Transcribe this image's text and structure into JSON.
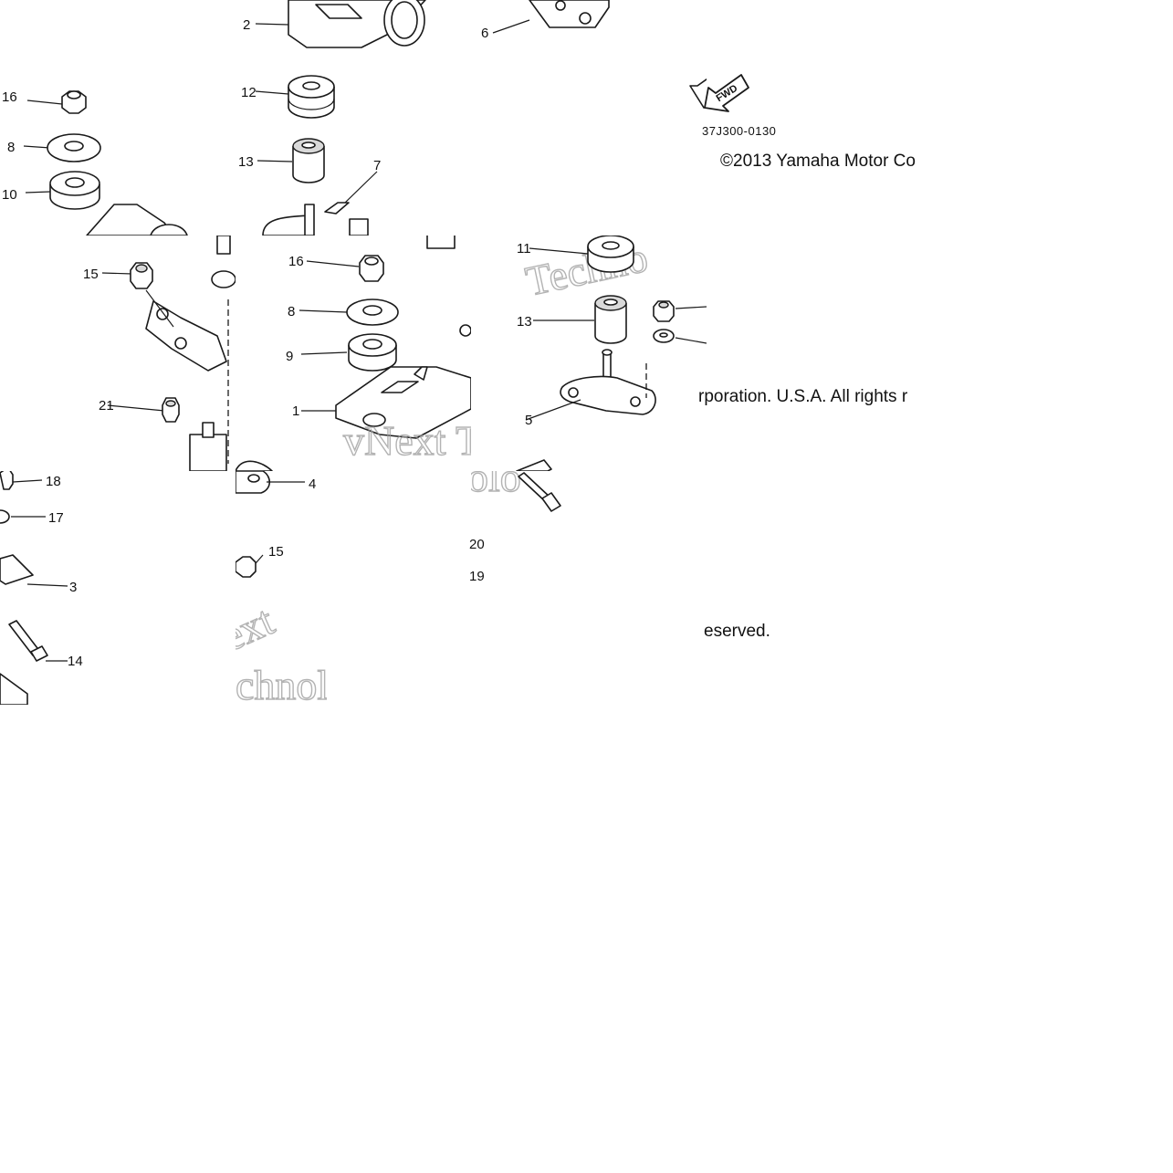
{
  "diagram": {
    "part_code": "37J300-0130",
    "fwd_arrow": "FWD",
    "copyright_line1": "©2013 Yamaha Motor Co",
    "copyright_line2": "rporation. U.S.A. All rights r",
    "copyright_line3": "eserved.",
    "watermark_words": [
      "Techno",
      "vNext Te",
      "ext",
      "chnolo",
      "olo"
    ],
    "callouts": [
      "2",
      "6",
      "16",
      "8",
      "10",
      "12",
      "13",
      "7",
      "15",
      "21",
      "16",
      "8",
      "9",
      "1",
      "11",
      "13",
      "5",
      "18",
      "17",
      "3",
      "14",
      "4",
      "15",
      "20",
      "19"
    ]
  }
}
